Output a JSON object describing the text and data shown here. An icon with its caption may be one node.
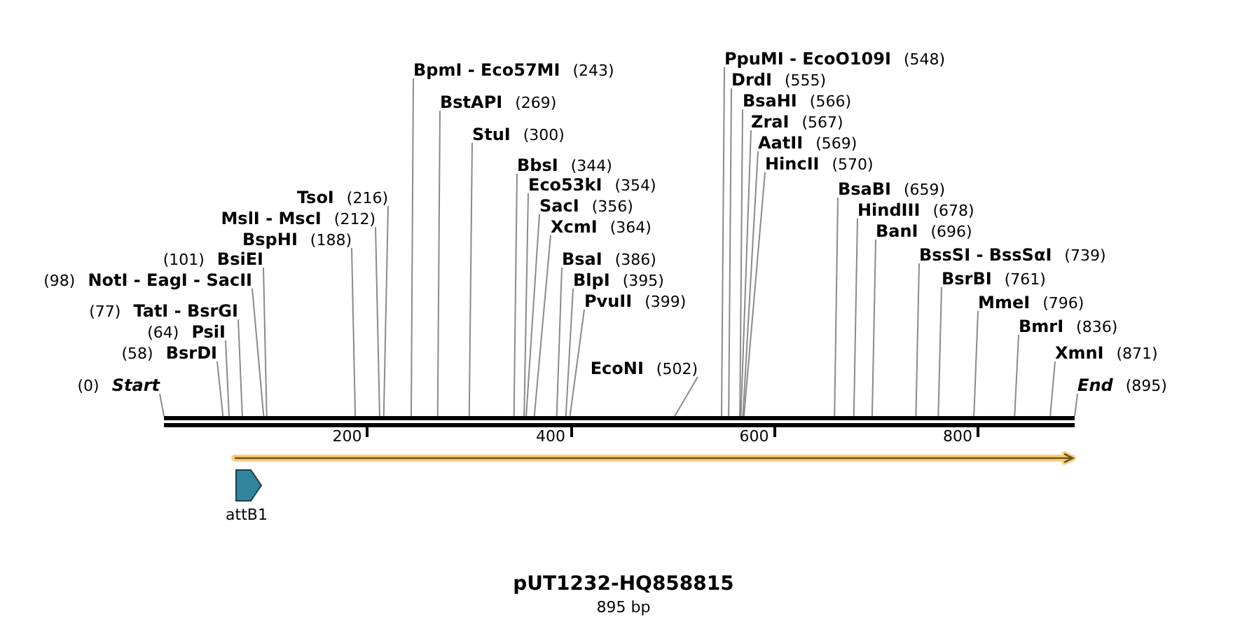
{
  "diagram": {
    "title": "pUT1232-HQ858815",
    "nodes": [
      {
        "text": [
          "(0)",
          "Start"
        ]
      },
      {
        "text": [
          "(58)",
          "BsrDI"
        ]
      },
      {
        "text": [
          "(64)",
          "PsiI"
        ]
      },
      {
        "text": [
          "(77)",
          "TatI - BsrGI"
        ]
      },
      {
        "text": [
          "(98)",
          "NotI - EagI - SacII"
        ]
      },
      {
        "text": [
          "(101)",
          "BsiEI"
        ]
      },
      {
        "text": [
          "BspHI",
          "(188)"
        ]
      },
      {
        "text": [
          "MslI - MscI",
          "(212)"
        ]
      },
      {
        "text": [
          "TsoI",
          "(216)"
        ]
      },
      {
        "text": [
          "BpmI - Eco57MI",
          "(243)"
        ]
      },
      {
        "text": [
          "BstAPI",
          "(269)"
        ]
      },
      {
        "text": [
          "StuI",
          "(300)"
        ]
      },
      {
        "text": [
          "BbsI",
          "(344)"
        ]
      },
      {
        "text": [
          "Eco53kI",
          "(354)"
        ]
      },
      {
        "text": [
          "SacI",
          "(356)"
        ]
      },
      {
        "text": [
          "XcmI",
          "(364)"
        ]
      },
      {
        "text": [
          "BsaI",
          "(386)"
        ]
      },
      {
        "text": [
          "BlpI",
          "(395)"
        ]
      },
      {
        "text": [
          "PvuII",
          "(399)"
        ]
      },
      {
        "text": [
          "EcoNI",
          "(502)"
        ]
      },
      {
        "text": [
          "PpuMI - EcoO109I",
          "(548)"
        ]
      },
      {
        "text": [
          "DrdI",
          "(555)"
        ]
      },
      {
        "text": [
          "BsaHI",
          "(566)"
        ]
      },
      {
        "text": [
          "ZraI",
          "(567)"
        ]
      },
      {
        "text": [
          "AatII",
          "(569)"
        ]
      },
      {
        "text": [
          "HincII",
          "(570)"
        ]
      },
      {
        "text": [
          "BsaBI",
          "(659)"
        ]
      },
      {
        "text": [
          "HindIII",
          "(678)"
        ]
      },
      {
        "text": [
          "BanI",
          "(696)"
        ]
      },
      {
        "text": [
          "BssSI - BssSαI",
          "(739)"
        ]
      },
      {
        "text": [
          "BsrBI",
          "(761)"
        ]
      },
      {
        "text": [
          "MmeI",
          "(796)"
        ]
      },
      {
        "text": [
          "BmrI",
          "(836)"
        ]
      },
      {
        "text": [
          "XmnI",
          "(871)"
        ]
      },
      {
        "text": [
          "End",
          "(895)"
        ]
      },
      {
        "text": [],
        "shape": "bar"
      },
      {
        "text": [],
        "shape": "arrow"
      },
      {
        "text": [
          "attB1"
        ]
      }
    ],
    "edges": [
      {
        "from": 0,
        "to": 35,
        "arrow": "none"
      },
      {
        "from": 1,
        "to": 35,
        "arrow": "none"
      },
      {
        "from": 2,
        "to": 35,
        "arrow": "none"
      },
      {
        "from": 3,
        "to": 35,
        "arrow": "none"
      },
      {
        "from": 4,
        "to": 35,
        "arrow": "none"
      },
      {
        "from": 5,
        "to": 35,
        "arrow": "none"
      },
      {
        "from": 6,
        "to": 35,
        "arrow": "none"
      },
      {
        "from": 7,
        "to": 35,
        "arrow": "none"
      },
      {
        "from": 8,
        "to": 35,
        "arrow": "none"
      },
      {
        "from": 9,
        "to": 35,
        "arrow": "none"
      },
      {
        "from": 10,
        "to": 35,
        "arrow": "none"
      },
      {
        "from": 11,
        "to": 35,
        "arrow": "none"
      },
      {
        "from": 12,
        "to": 35,
        "arrow": "none"
      },
      {
        "from": 13,
        "to": 35,
        "arrow": "none"
      },
      {
        "from": 14,
        "to": 35,
        "arrow": "none"
      },
      {
        "from": 15,
        "to": 35,
        "arrow": "none"
      },
      {
        "from": 16,
        "to": 35,
        "arrow": "none"
      },
      {
        "from": 17,
        "to": 35,
        "arrow": "none"
      },
      {
        "from": 18,
        "to": 35,
        "arrow": "none"
      },
      {
        "from": 19,
        "to": 35,
        "arrow": "none"
      },
      {
        "from": 20,
        "to": 35,
        "arrow": "none"
      },
      {
        "from": 21,
        "to": 35,
        "arrow": "none"
      },
      {
        "from": 22,
        "to": 35,
        "arrow": "none"
      },
      {
        "from": 23,
        "to": 35,
        "arrow": "none"
      },
      {
        "from": 24,
        "to": 35,
        "arrow": "none"
      },
      {
        "from": 25,
        "to": 35,
        "arrow": "none"
      },
      {
        "from": 26,
        "to": 35,
        "arrow": "none"
      },
      {
        "from": 27,
        "to": 35,
        "arrow": "none"
      },
      {
        "from": 28,
        "to": 35,
        "arrow": "none"
      },
      {
        "from": 29,
        "to": 35,
        "arrow": "none"
      },
      {
        "from": 30,
        "to": 35,
        "arrow": "none"
      },
      {
        "from": 31,
        "to": 35,
        "arrow": "none"
      },
      {
        "from": 32,
        "to": 35,
        "arrow": "none"
      },
      {
        "from": 33,
        "to": 35,
        "arrow": "none"
      },
      {
        "from": 34,
        "to": 35,
        "arrow": "none"
      }
    ],
    "labels": [
      "200",
      "400",
      "600",
      "800",
      "895 bp"
    ]
  }
}
